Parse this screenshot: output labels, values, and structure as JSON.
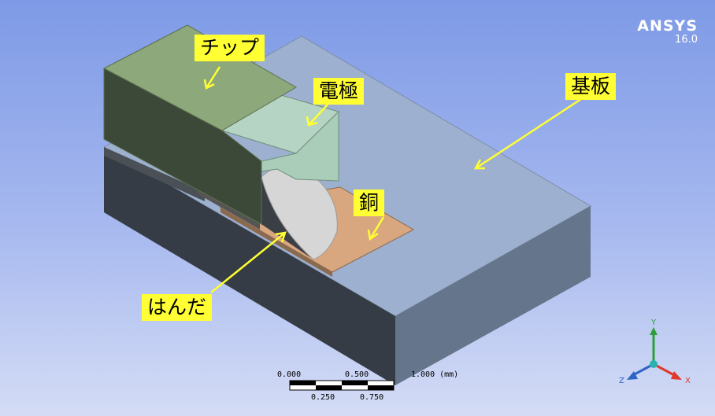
{
  "brand": {
    "name": "ANSYS",
    "version": "16.0"
  },
  "labels": {
    "chip": "チップ",
    "electrode": "電極",
    "substrate": "基板",
    "copper": "銅",
    "solder": "はんだ"
  },
  "scale": {
    "top_ticks": [
      "0.000",
      "0.500",
      "1.000 (mm)"
    ],
    "bottom_ticks": [
      "0.250",
      "0.750"
    ]
  },
  "axes": {
    "y": "Y",
    "z": "Z",
    "x": "X"
  },
  "colors": {
    "chip": "#8da87a",
    "electrode": "#a9cdb9",
    "substrate": "#9db0cf",
    "copper": "#d9a77f",
    "solder": "#d8d8d8",
    "label_bg": "#ffff33",
    "arrow": "#ffff33",
    "axis_x": "#e0382c",
    "axis_y": "#2e9e3c",
    "axis_z": "#2f64c6"
  }
}
